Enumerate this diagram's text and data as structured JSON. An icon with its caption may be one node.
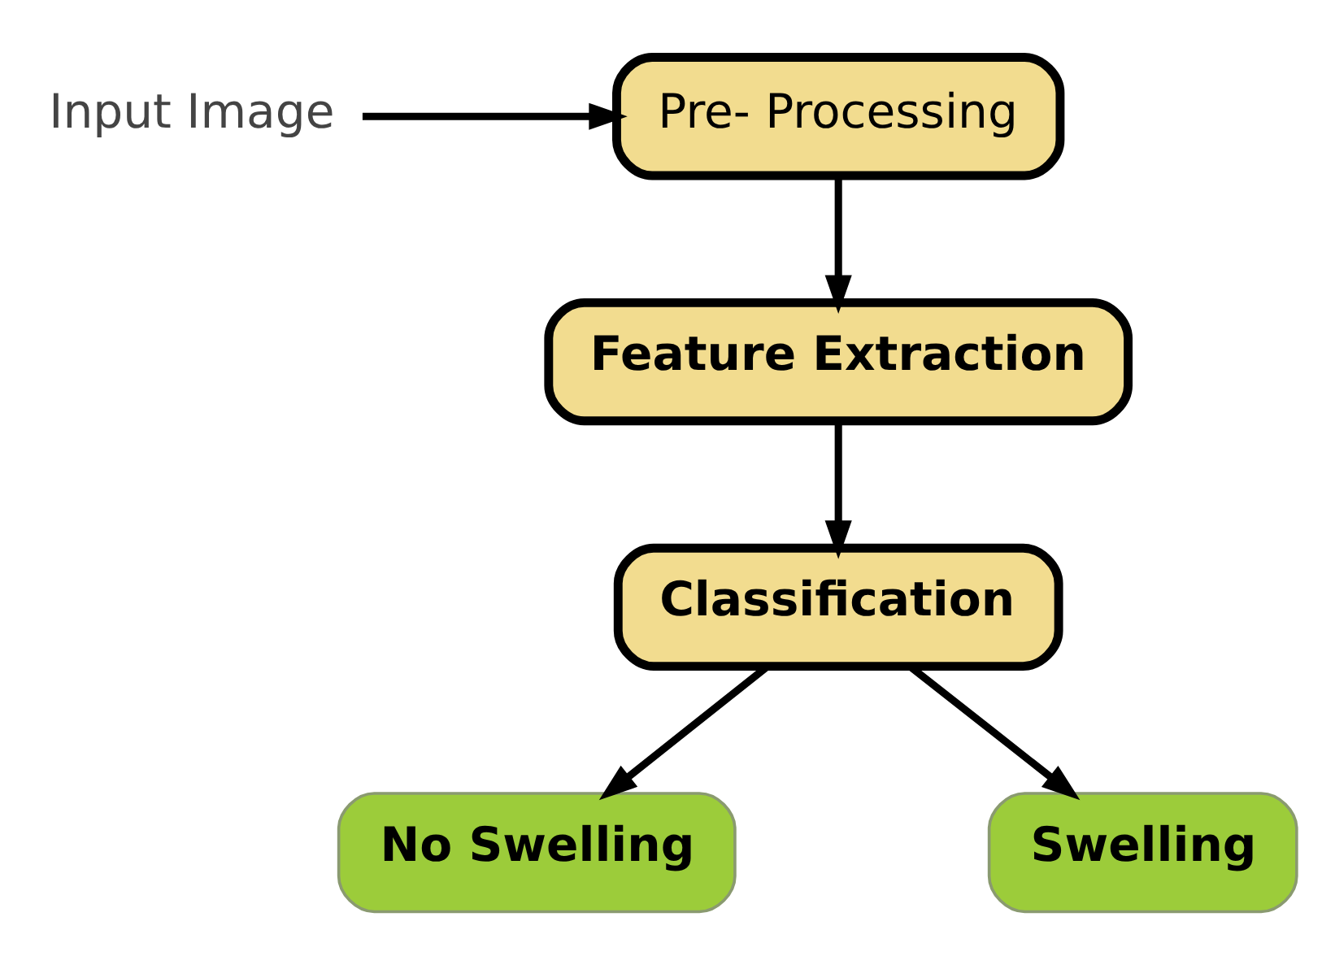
{
  "diagram": {
    "nodes": [
      {
        "text": [
          "Input Image"
        ]
      },
      {
        "text": [
          "Pre- Processing"
        ]
      },
      {
        "text": [
          "Feature Extraction"
        ]
      },
      {
        "text": [
          "Classification"
        ]
      },
      {
        "text": [
          "No Swelling"
        ]
      },
      {
        "text": [
          "Swelling"
        ]
      }
    ],
    "edges": [
      {
        "from": 0,
        "to": 1,
        "arrow": "to"
      },
      {
        "from": 1,
        "to": 2,
        "arrow": "to"
      },
      {
        "from": 2,
        "to": 3,
        "arrow": "to"
      },
      {
        "from": 3,
        "to": 4,
        "arrow": "to"
      },
      {
        "from": 3,
        "to": 5,
        "arrow": "to"
      }
    ]
  }
}
